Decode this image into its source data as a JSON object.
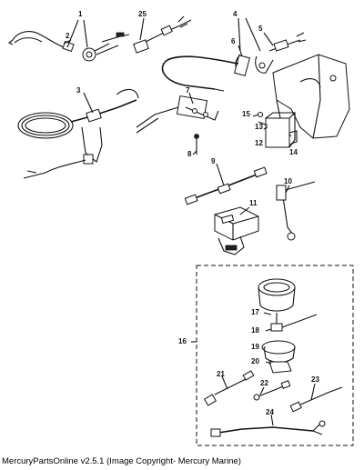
{
  "callouts": [
    "1",
    "2",
    "3",
    "4",
    "5",
    "6",
    "7",
    "8",
    "9",
    "10",
    "11",
    "12",
    "13",
    "14",
    "15",
    "16",
    "17",
    "18",
    "19",
    "20",
    "21",
    "22",
    "23",
    "24",
    "25"
  ],
  "footer": "MercuryPartsOnline v2.5.1 (Image Copyright- Mercury Marine)"
}
